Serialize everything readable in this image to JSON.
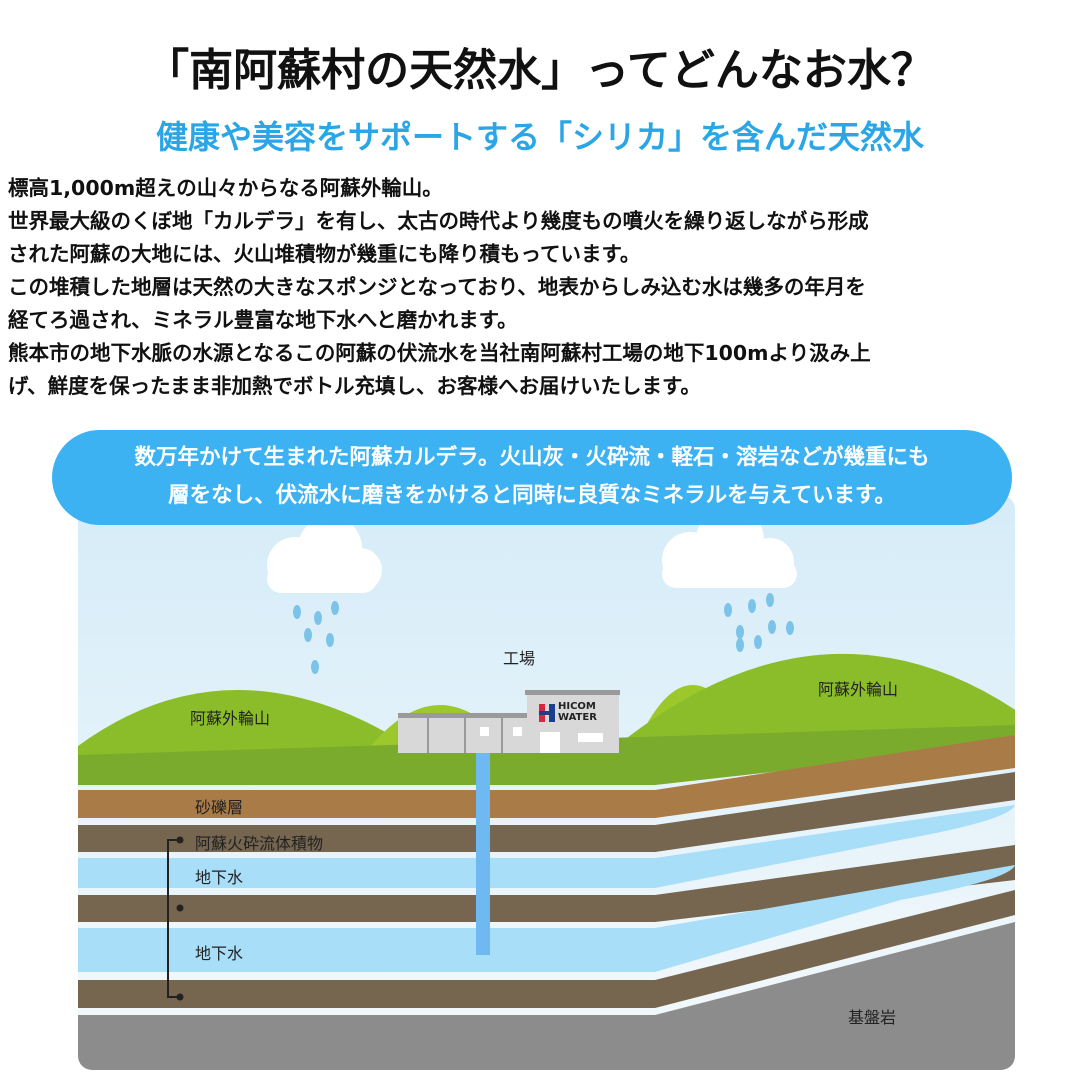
{
  "title": "「南阿蘇村の天然水」ってどんなお水？",
  "subtitle": "健康や美容をサポートする「シリカ」を含んだ天然水",
  "body": [
    "標高1,000m超えの山々からなる阿蘇外輪山。",
    "世界最大級のくぼ地「カルデラ」を有し、太古の時代より幾度もの噴火を繰り返しながら形成",
    "された阿蘇の大地には、火山堆積物が幾重にも降り積もっています。",
    "この堆積した地層は天然の大きなスポンジとなっており、地表からしみ込む水は幾多の年月を",
    "経てろ過され、ミネラル豊富な地下水へと磨かれます。",
    "熊本市の地下水脈の水源となるこの阿蘇の伏流水を当社南阿蘇村工場の地下100mより汲み上",
    "げ、鮮度を保ったまま非加熱でボトル充填し、お客様へお届けいたします。"
  ],
  "bubble": [
    "数万年かけて生まれた阿蘇カルデラ。火山灰・火砕流・軽石・溶岩などが幾重にも",
    "層をなし、伏流水に磨きをかけると同時に良質なミネラルを与えています。"
  ],
  "diagram": {
    "factory_label": "工場",
    "logo_line1": "HICOM",
    "logo_line2": "WATER",
    "mountain_left": "阿蘇外輪山",
    "mountain_right": "阿蘇外輪山",
    "layer_gravel": "砂礫層",
    "layer_pyroclastic": "阿蘇火砕流体積物",
    "groundwater1": "地下水",
    "groundwater2": "地下水",
    "bedrock": "基盤岩"
  },
  "colors": {
    "accent": "#2aa6e6",
    "bubble": "#3db2f2",
    "grass": "#7bab2c",
    "gravel": "#a97c47",
    "soil": "#76664f",
    "water": "#a8def8",
    "bedrock": "#8c8c8c"
  }
}
